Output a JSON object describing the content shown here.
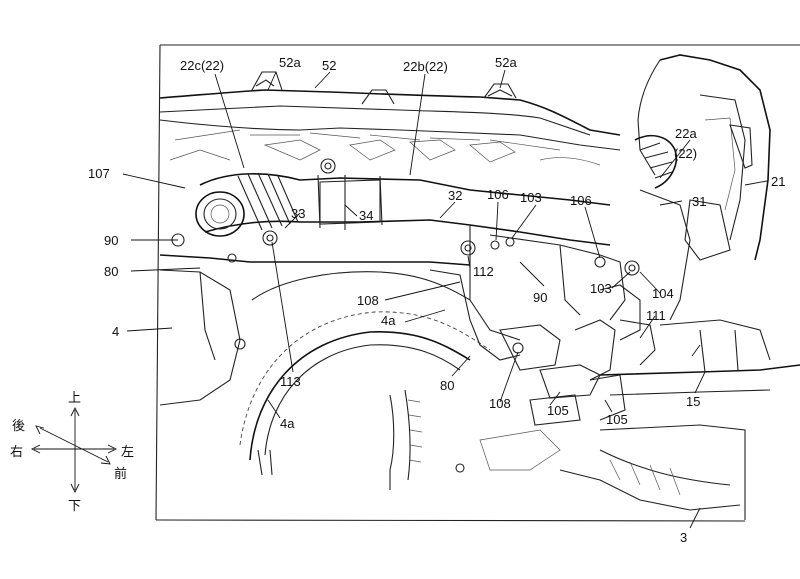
{
  "labels": {
    "l22c": "22c(22)",
    "l52a_left": "52a",
    "l52": "52",
    "l22b": "22b(22)",
    "l52a_right": "52a",
    "l22a": "22a",
    "l22a_paren": "(22)",
    "l21": "21",
    "l107": "107",
    "l31": "31",
    "l33": "33",
    "l34": "34",
    "l32": "32",
    "l106_left": "106",
    "l103_top": "103",
    "l106_right": "106",
    "l90_left": "90",
    "l80_left": "80",
    "l112": "112",
    "l90_mid": "90",
    "l103_mid": "103",
    "l104": "104",
    "l108_top": "108",
    "l111": "111",
    "l4": "4",
    "l4a_upper": "4a",
    "l80_mid": "80",
    "l113": "113",
    "l108_bottom": "108",
    "l105_left": "105",
    "l105_right": "105",
    "l15": "15",
    "l4a_lower": "4a",
    "l3": "3"
  },
  "compass": {
    "up": "上",
    "down": "下",
    "rear": "後",
    "right": "右",
    "left": "左",
    "front": "前"
  }
}
